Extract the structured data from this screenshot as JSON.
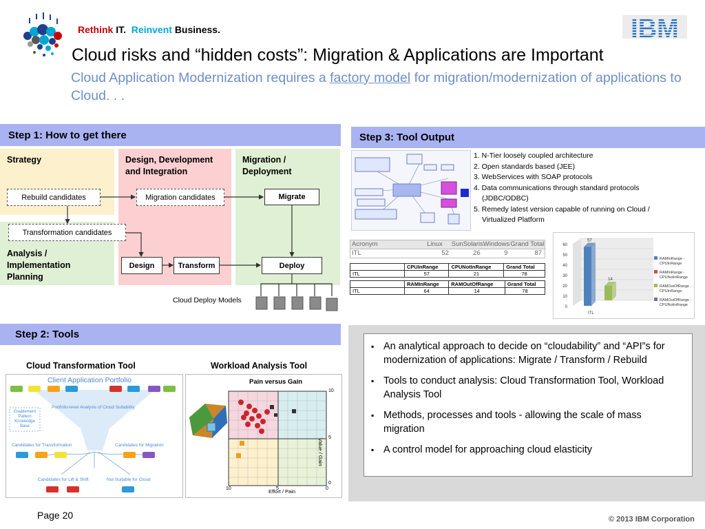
{
  "header": {
    "tagline": {
      "rethink": "Rethink",
      "it": "IT.",
      "reinvent": "Reinvent",
      "business": "Business."
    },
    "title": "Cloud risks and “hidden costs”: Migration & Applications are Important",
    "subtitle_pre": "Cloud Application Modernization requires a ",
    "subtitle_link": "factory model",
    "subtitle_post": " for migration/modernization of applications to Cloud. . ."
  },
  "logo_text": "IBM",
  "step1": {
    "title": "Step 1:  How to get there",
    "strategy": "Strategy",
    "design": "Design, Development and Integration",
    "migration": "Migration / Deployment",
    "analysis": "Analysis / Implementation Planning",
    "rebuild": "Rebuild candidates",
    "migration_candidates": "Migration candidates",
    "transformation_candidates": "Transformation candidates",
    "migrate": "Migrate",
    "design_btn": "Design",
    "transform": "Transform",
    "deploy": "Deploy",
    "cloud_models": "Cloud Deploy Models"
  },
  "step2": {
    "title": "Step 2:  Tools",
    "tool1_caption": "Cloud Transformation Tool",
    "tool2_caption": "Workload Analysis Tool",
    "portfolio": "Client Application Portfolio",
    "portfolio_analysis": "Portfolio-level Analysis of Cloud Suitability",
    "enablement": "Enablement Pattern Knowledge Base",
    "cand_transform": "Candidates for Transformation",
    "cand_migrate": "Candidates for Migration",
    "cand_lift": "Candidates for Lift & Shift",
    "not_suitable": "Not Suitable for Cloud",
    "pvg_title": "Pain versus Gain",
    "pvg_x": "Effort / Pain",
    "pvg_y": "Value / Gain",
    "pvg_ticks_x": [
      "10",
      "5",
      "0"
    ],
    "pvg_ticks_y": [
      "10",
      "5",
      "0"
    ]
  },
  "step3": {
    "title": "Step 3:  Tool Output",
    "items": [
      "1. N-Tier loosely coupled architecture",
      "2. Open standards based (JEE)",
      "3. WebServices with SOAP protocols",
      "4. Data communications through standard protocols (JDBC/ODBC)",
      "5. Remedy latest version capable of running on Cloud / Virtualized Platform"
    ],
    "pivot": {
      "headers": [
        "Acronym",
        "Linux",
        "SunSolaris",
        "Windows",
        "Grand Total"
      ],
      "row": [
        "ITL",
        "52",
        "26",
        "9",
        "87"
      ]
    },
    "table1": {
      "headers": [
        "",
        "CPUInRange",
        "CPUNotInRange",
        "Grand Total"
      ],
      "row": [
        "ITL",
        "57",
        "21",
        "78"
      ]
    },
    "table2": {
      "headers": [
        "",
        "RAMInRange",
        "RAMOutOfRange",
        "Grand Total"
      ],
      "row": [
        "ITL",
        "64",
        "14",
        "78"
      ]
    },
    "chart_data": {
      "type": "bar",
      "categories": [
        "ITL"
      ],
      "series": [
        {
          "name": "RAMInRange - CPUInRange",
          "values": [
            57
          ]
        },
        {
          "name": "RAMInRange - CPUNotInRange",
          "values": [
            null
          ]
        },
        {
          "name": "RAMOutOfRange - CPUInRange",
          "values": [
            14
          ]
        },
        {
          "name": "RAMOutOfRange - CPUNotInRange",
          "values": [
            null
          ]
        }
      ],
      "ylim": [
        0,
        60
      ],
      "yticks": [
        "60",
        "50",
        "40",
        "30",
        "20",
        "10",
        "0"
      ],
      "legend": "right",
      "colors": [
        "#4f81bd",
        "#c0504d",
        "#9bbb59",
        "#8064a2"
      ]
    }
  },
  "bullets": [
    "An analytical approach to decide on “cloudability” and “API”s for modernization of applications: Migrate / Transform / Rebuild",
    "Tools to conduct analysis: Cloud Transformation Tool, Workload Analysis Tool",
    "Methods, processes and tools - allowing the scale of mass migration",
    "A control model for approaching cloud elasticity"
  ],
  "footer": {
    "page": "Page 20",
    "copyright": "© 2013 IBM Corporation"
  }
}
